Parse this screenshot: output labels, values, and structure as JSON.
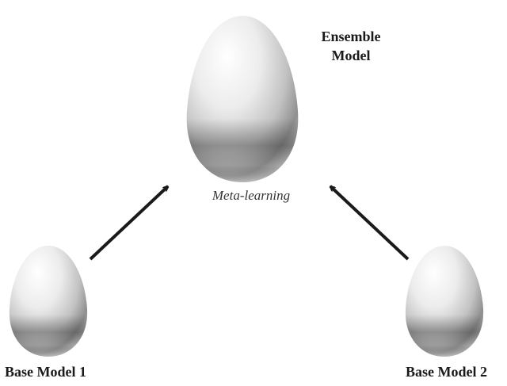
{
  "nodes": {
    "ensemble": {
      "label_line1": "Ensemble",
      "label_line2": "Model"
    },
    "base1": {
      "label": "Base Model 1"
    },
    "base2": {
      "label": "Base Model 2"
    }
  },
  "edges": {
    "label": "Meta-learning",
    "connections": [
      {
        "from": "Base Model 1",
        "to": "Ensemble Model"
      },
      {
        "from": "Base Model 2",
        "to": "Ensemble Model"
      }
    ]
  },
  "colors": {
    "egg_highlight": "#ffffff",
    "egg_shadow": "#8a8a8a",
    "arrow": "#1a1a1a",
    "text": "#1a1a1a"
  }
}
